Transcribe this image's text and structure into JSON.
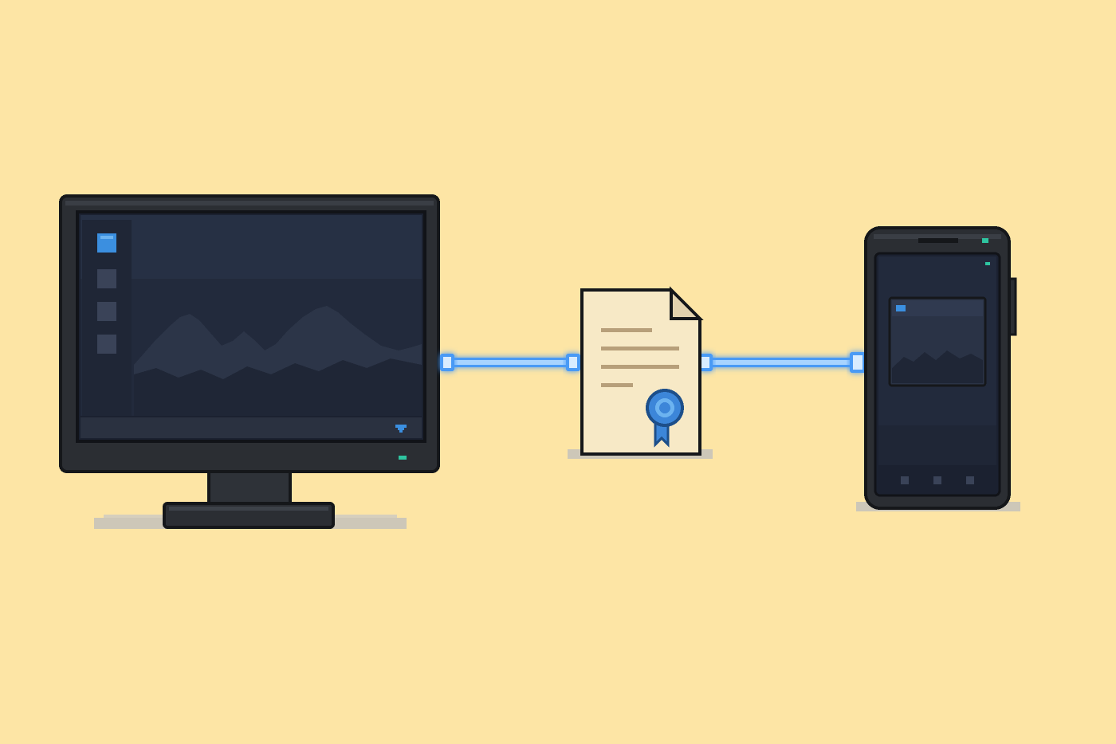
{
  "scene": {
    "background_color": "#fde5a5",
    "shadow_color": "#c9c4b8",
    "device_frame_color": "#2b2e33",
    "device_outline_color": "#15171a",
    "screen_color": "#232c3d",
    "accent_blue": "#3b8fe0",
    "link_glow_color": "#5aa8ff",
    "document_paper_color": "#f7e9c6",
    "document_line_color": "#b79f7a",
    "ribbon_color": "#3c86d9",
    "status_led_color": "#2ec4a0"
  },
  "nodes": [
    {
      "id": "desktop",
      "icon": "desktop-monitor-icon"
    },
    {
      "id": "certificate",
      "icon": "certificate-document-icon"
    },
    {
      "id": "phone",
      "icon": "smartphone-icon"
    }
  ],
  "edges": [
    {
      "from": "desktop",
      "to": "certificate"
    },
    {
      "from": "certificate",
      "to": "phone"
    }
  ]
}
